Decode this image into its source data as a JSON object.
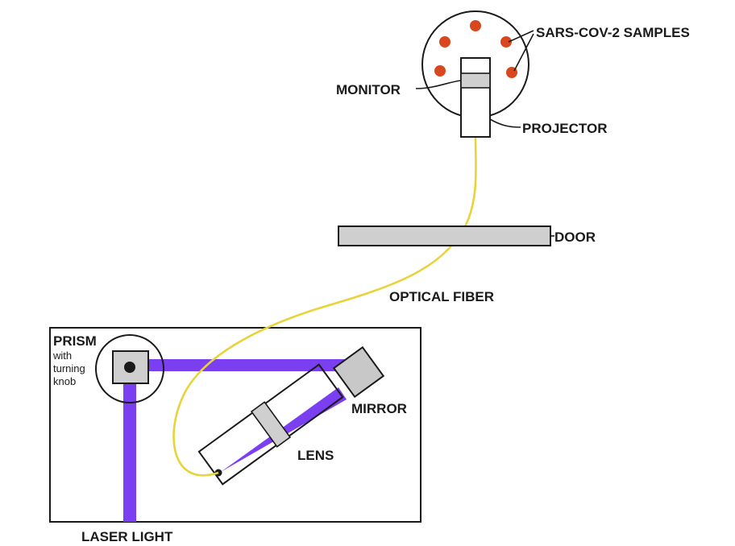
{
  "labels": {
    "samples": "SARS-COV-2 SAMPLES",
    "monitor": "MONITOR",
    "projector": "PROJECTOR",
    "door": "DOOR",
    "optical_fiber": "OPTICAL FIBER",
    "prism": "PRISM",
    "prism_note": [
      "with",
      "turning",
      "knob"
    ],
    "mirror": "MIRROR",
    "lens": "LENS",
    "laser_light": "LASER LIGHT"
  },
  "colors": {
    "laser": "#7b3ff2",
    "fiber": "#e8d43a",
    "sample_dot": "#d9471e",
    "component_gray": "#cfcfcf",
    "mirror_gray": "#c8c8c8",
    "outline": "#1a1a1a"
  }
}
